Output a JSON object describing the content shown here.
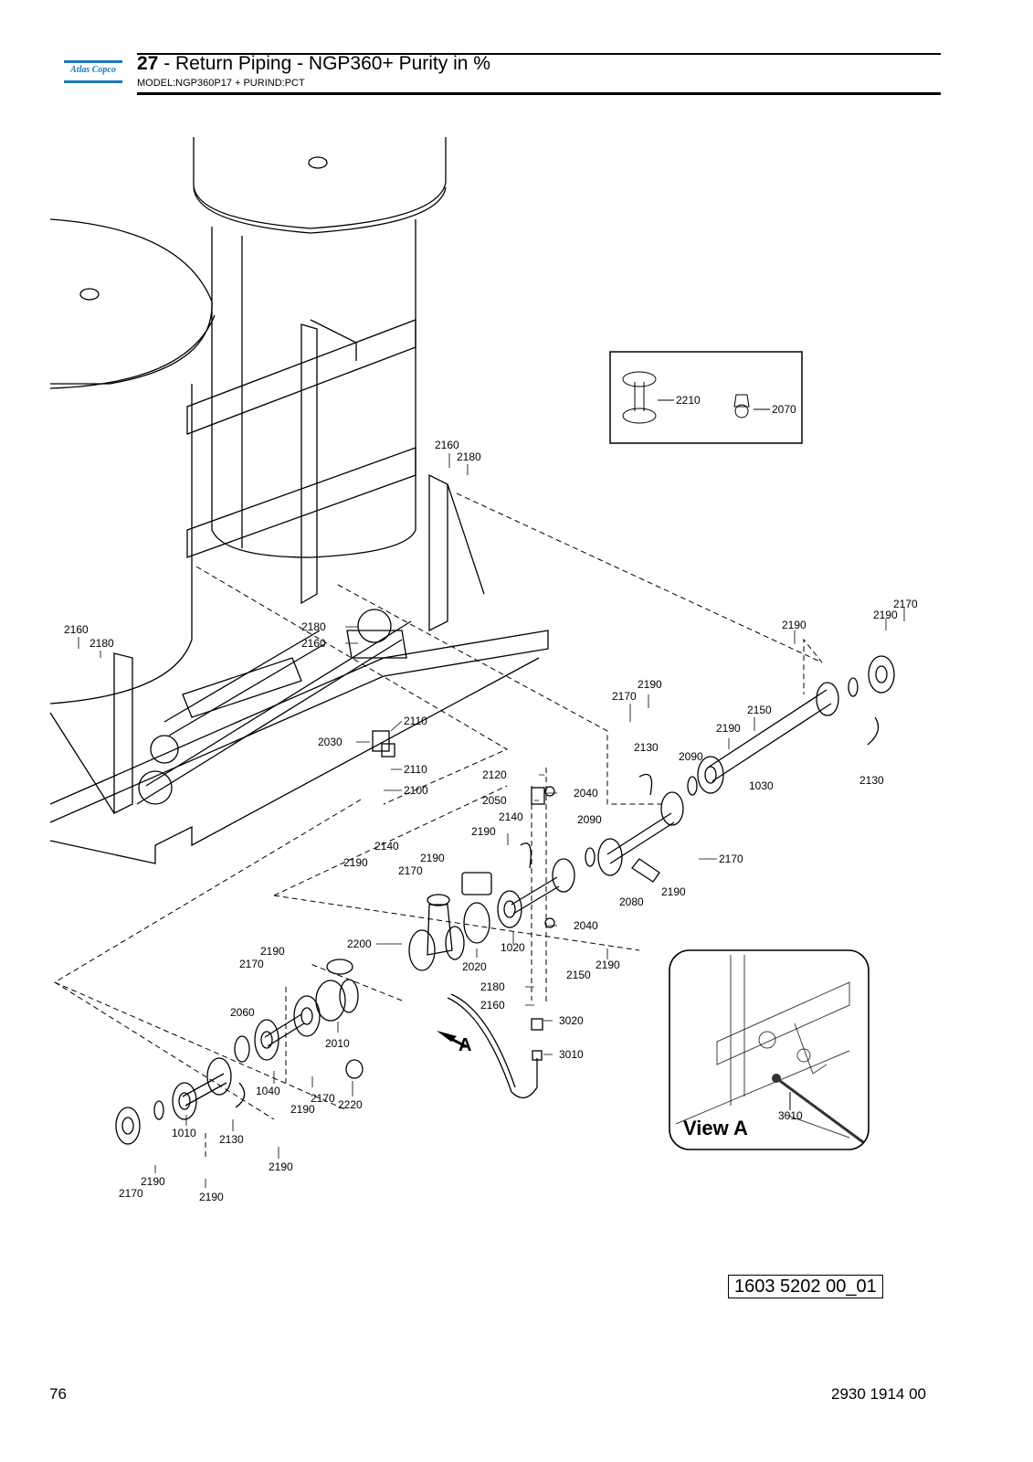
{
  "header": {
    "logo_text": "Atlas Copco",
    "section_number": "27",
    "title_text": " - Return Piping - NGP360+ Purity in %",
    "subtitle": "MODEL:NGP360P17 + PURIND:PCT"
  },
  "inset": {
    "view_label": "View A",
    "part_3010": "3010"
  },
  "detail_box": {
    "part_2210": "2210",
    "part_2070": "2070"
  },
  "view_arrow_label": "A",
  "callouts": [
    "2160",
    "2180",
    "2160",
    "2180",
    "2180",
    "2160",
    "2170",
    "2190",
    "2190",
    "2190",
    "2170",
    "2150",
    "2190",
    "2130",
    "2090",
    "1030",
    "2130",
    "2110",
    "2030",
    "2110",
    "2100",
    "2120",
    "2050",
    "2040",
    "2140",
    "2190",
    "2090",
    "2170",
    "2190",
    "2080",
    "2140",
    "2190",
    "2170",
    "2190",
    "2200",
    "2020",
    "1020",
    "2040",
    "2150",
    "2190",
    "2180",
    "2160",
    "3020",
    "3010",
    "2170",
    "2190",
    "2060",
    "2010",
    "1040",
    "2170",
    "2190",
    "2220",
    "1010",
    "2130",
    "2190",
    "2170",
    "2190",
    "2190"
  ],
  "drawing_number": "1603 5202 00_01",
  "footer": {
    "page_number": "76",
    "document_number": "2930 1914 00"
  }
}
